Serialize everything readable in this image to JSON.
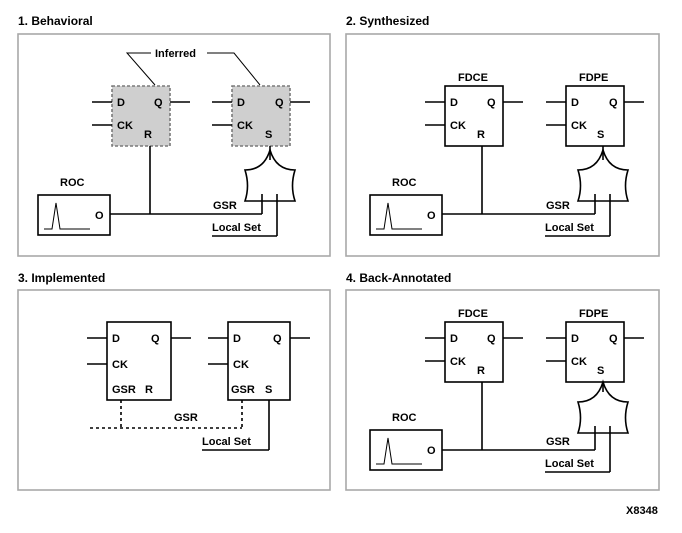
{
  "panels": {
    "behavioral": {
      "title": "1. Behavioral",
      "callout": "Inferred",
      "ff1": {
        "d": "D",
        "q": "Q",
        "ck": "CK",
        "r": "R"
      },
      "ff2": {
        "d": "D",
        "q": "Q",
        "ck": "CK",
        "s": "S"
      },
      "roc": "ROC",
      "roc_out": "O",
      "gsr": "GSR",
      "local_set": "Local Set"
    },
    "synthesized": {
      "title": "2. Synthesized",
      "ff1": {
        "name": "FDCE",
        "d": "D",
        "q": "Q",
        "ck": "CK",
        "r": "R"
      },
      "ff2": {
        "name": "FDPE",
        "d": "D",
        "q": "Q",
        "ck": "CK",
        "s": "S"
      },
      "roc": "ROC",
      "roc_out": "O",
      "gsr": "GSR",
      "local_set": "Local Set"
    },
    "implemented": {
      "title": "3. Implemented",
      "ff1": {
        "d": "D",
        "q": "Q",
        "ck": "CK",
        "gsr": "GSR",
        "r": "R"
      },
      "ff2": {
        "d": "D",
        "q": "Q",
        "ck": "CK",
        "gsr": "GSR",
        "s": "S"
      },
      "gsr": "GSR",
      "local_set": "Local Set"
    },
    "back_annotated": {
      "title": "4. Back-Annotated",
      "ff1": {
        "name": "FDCE",
        "d": "D",
        "q": "Q",
        "ck": "CK",
        "r": "R"
      },
      "ff2": {
        "name": "FDPE",
        "d": "D",
        "q": "Q",
        "ck": "CK",
        "s": "S"
      },
      "roc": "ROC",
      "roc_out": "O",
      "gsr": "GSR",
      "local_set": "Local Set"
    }
  },
  "figure_id": "X8348"
}
